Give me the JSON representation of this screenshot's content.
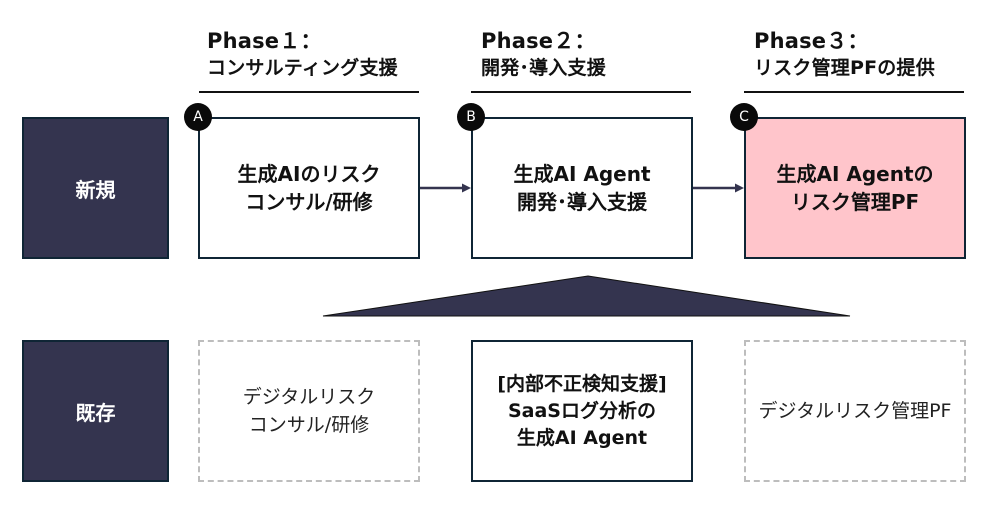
{
  "phases": [
    {
      "title": "Phase１：",
      "subtitle": "コンサルティング支援"
    },
    {
      "title": "Phase２：",
      "subtitle": "開発･導入支援"
    },
    {
      "title": "Phase３：",
      "subtitle": "リスク管理PFの提供"
    }
  ],
  "rows": [
    {
      "label": "新規"
    },
    {
      "label": "既存"
    }
  ],
  "new_boxes": [
    {
      "badge": "A",
      "lines": [
        "生成AIのリスク",
        "コンサル/研修"
      ]
    },
    {
      "badge": "B",
      "lines": [
        "生成AI Agent",
        "開発･導入支援"
      ]
    },
    {
      "badge": "C",
      "lines": [
        "生成AI Agentの",
        "リスク管理PF"
      ]
    }
  ],
  "existing_boxes": [
    {
      "lines": [
        "デジタルリスク",
        "コンサル/研修"
      ],
      "style": "dashed"
    },
    {
      "lines": [
        "[内部不正検知支援]",
        "SaaSログ分析の",
        "生成AI Agent"
      ],
      "style": "solid"
    },
    {
      "lines": [
        "デジタルリスク管理PF"
      ],
      "style": "dashed"
    }
  ],
  "colors": {
    "row_label_bg": "#34344f",
    "accent_box_bg": "#ffc5cb",
    "border": "#0f2535",
    "dashed_border": "#bdbdbd"
  }
}
